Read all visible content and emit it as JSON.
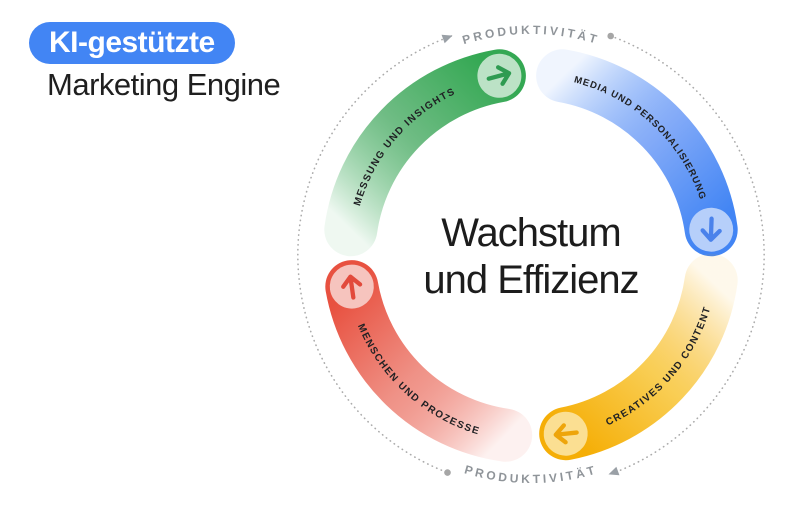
{
  "logo": {
    "badge_label": "KI-gestützte",
    "badge_color": "#4285F4",
    "title": "Marketing Engine"
  },
  "center": {
    "line1": "Wachstum",
    "line2": "und Effizienz"
  },
  "outer_ring": {
    "top_label": "PRODUKTIVITÄT",
    "bottom_label": "PRODUKTIVITÄT",
    "line_color": "#ababab",
    "label_color": "#8f9499"
  },
  "segments": [
    {
      "label": "MESSUNG UND INSIGHTS",
      "color": "#34A853",
      "icon": "arrow-right"
    },
    {
      "label": "MEDIA UND PERSONALISIERUNG",
      "color": "#4285F4",
      "icon": "arrow-down"
    },
    {
      "label": "CREATIVES UND CONTENT",
      "color": "#F5AE06",
      "icon": "arrow-left"
    },
    {
      "label": "MENSCHEN UND PROZESSE",
      "color": "#E85140",
      "icon": "arrow-up"
    }
  ]
}
